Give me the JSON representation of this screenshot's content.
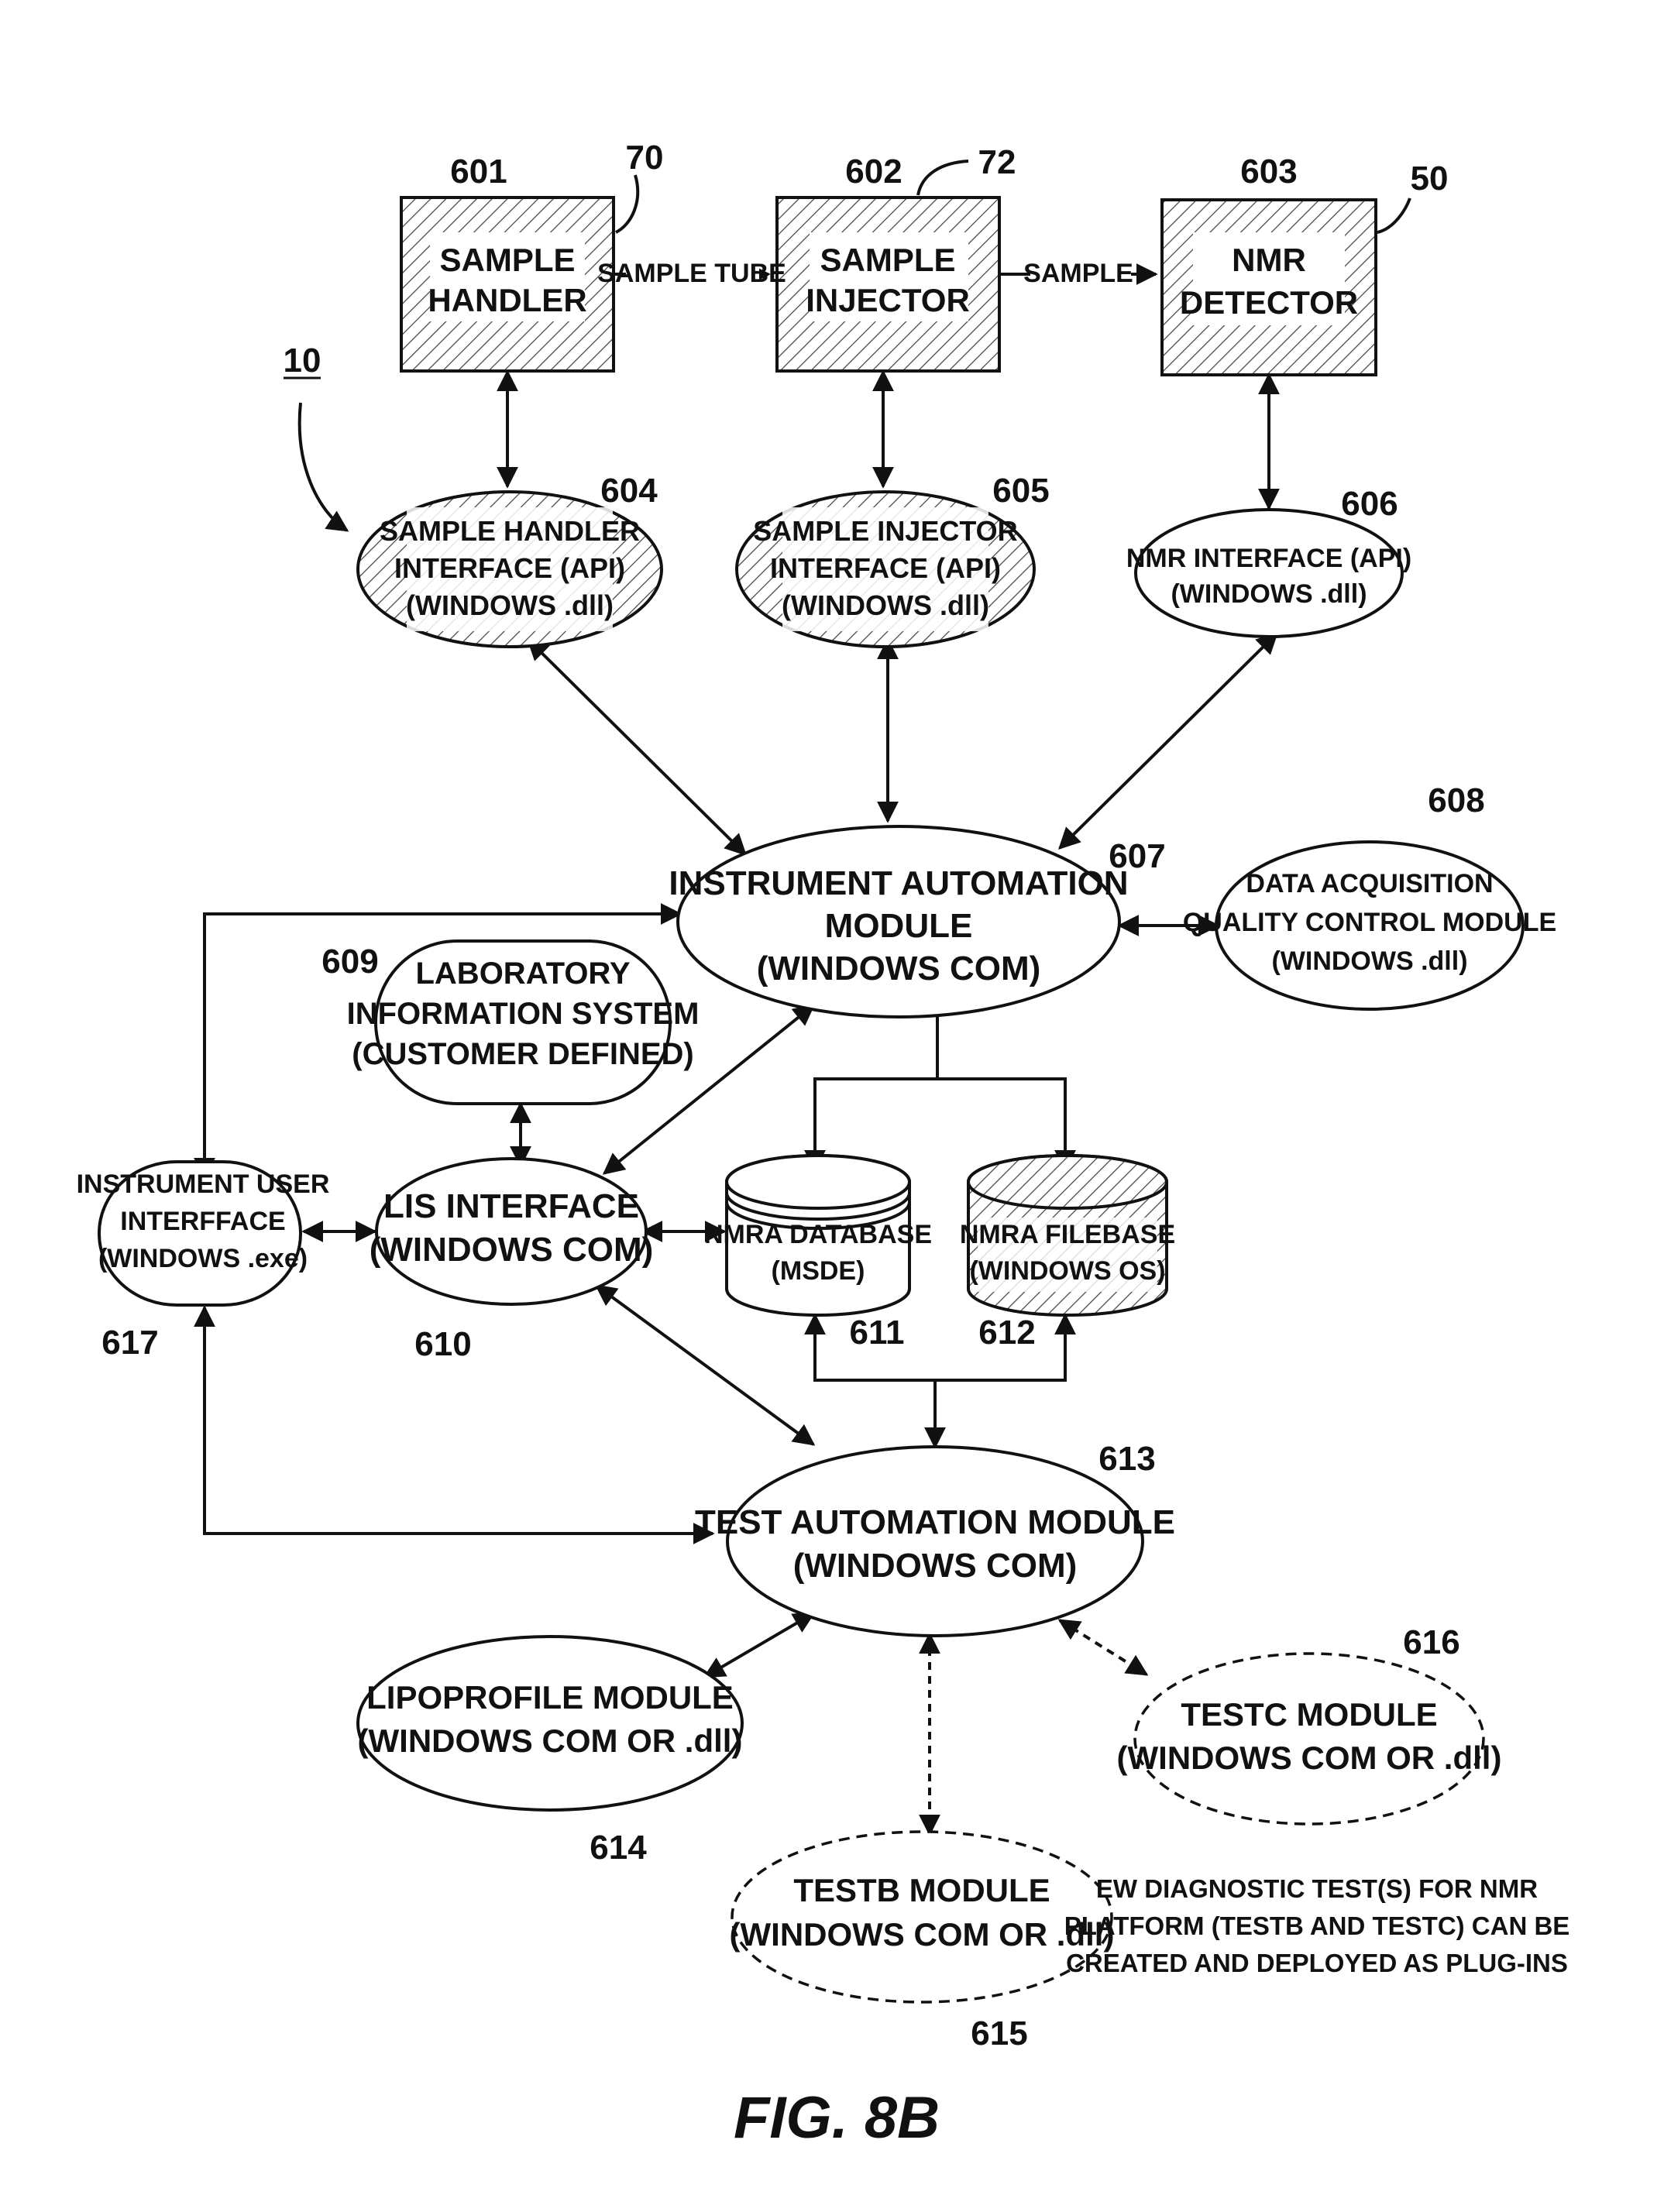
{
  "diagram": {
    "ref": "10",
    "figure_label": "FIG. 8B",
    "note": [
      "EW DIAGNOSTIC TEST(S) FOR NMR",
      "PLATFORM (TESTB AND TESTC) CAN BE",
      "CREATED AND DEPLOYED AS PLUG-INS"
    ],
    "nodes": {
      "n601": {
        "num": "601",
        "ref": "70",
        "lines": [
          "SAMPLE",
          "HANDLER"
        ]
      },
      "n602": {
        "num": "602",
        "ref": "72",
        "lines": [
          "SAMPLE",
          "INJECTOR"
        ]
      },
      "n603": {
        "num": "603",
        "ref": "50",
        "lines": [
          "NMR",
          "DETECTOR"
        ]
      },
      "n604": {
        "num": "604",
        "lines": [
          "SAMPLE HANDLER",
          "INTERFACE (API)",
          "(WINDOWS .dll)"
        ]
      },
      "n605": {
        "num": "605",
        "lines": [
          "SAMPLE INJECTOR",
          "INTERFACE (API)",
          "(WINDOWS .dll)"
        ]
      },
      "n606": {
        "num": "606",
        "lines": [
          "NMR INTERFACE (API)",
          "(WINDOWS .dll)"
        ]
      },
      "n607": {
        "num": "607",
        "lines": [
          "INSTRUMENT AUTOMATION",
          "MODULE",
          "(WINDOWS COM)"
        ]
      },
      "n608": {
        "num": "608",
        "lines": [
          "DATA ACQUISITION",
          "QUALITY CONTROL MODULE",
          "(WINDOWS .dll)"
        ]
      },
      "n609": {
        "num": "609",
        "lines": [
          "LABORATORY",
          "INFORMATION SYSTEM",
          "(CUSTOMER DEFINED)"
        ]
      },
      "n610": {
        "num": "610",
        "lines": [
          "LIS INTERFACE",
          "(WINDOWS COM)"
        ]
      },
      "n611": {
        "num": "611",
        "lines": [
          "NMRA DATABASE",
          "(MSDE)"
        ]
      },
      "n612": {
        "num": "612",
        "lines": [
          "NMRA FILEBASE",
          "(WINDOWS OS)"
        ]
      },
      "n613": {
        "num": "613",
        "lines": [
          "TEST AUTOMATION MODULE",
          "(WINDOWS COM)"
        ]
      },
      "n614": {
        "num": "614",
        "lines": [
          "LIPOPROFILE MODULE",
          "(WINDOWS COM OR .dll)"
        ]
      },
      "n615": {
        "num": "615",
        "lines": [
          "TESTB MODULE",
          "(WINDOWS COM OR .dll)"
        ]
      },
      "n616": {
        "num": "616",
        "lines": [
          "TESTC MODULE",
          "(WINDOWS COM OR .dll)"
        ]
      },
      "n617": {
        "num": "617",
        "lines": [
          "INSTRUMENT USER",
          "INTERFFACE",
          "(WINDOWS .exe)"
        ]
      }
    },
    "edges": {
      "e601_602": "SAMPLE TUBE",
      "e602_603": "SAMPLE"
    }
  },
  "colors": {
    "ink": "#111111",
    "paper": "#ffffff"
  }
}
